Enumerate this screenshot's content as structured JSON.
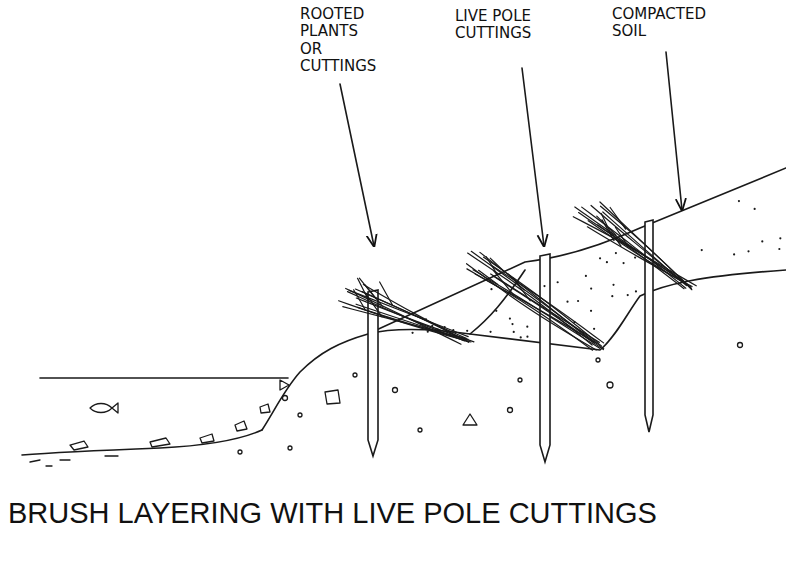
{
  "diagram": {
    "caption": "BRUSH LAYERING WITH LIVE POLE CUTTINGS",
    "labels": [
      "ROOTED PLANTS OR CUTTINGS",
      "LIVE POLE CUTTINGS",
      "COMPACTED SOIL"
    ]
  }
}
